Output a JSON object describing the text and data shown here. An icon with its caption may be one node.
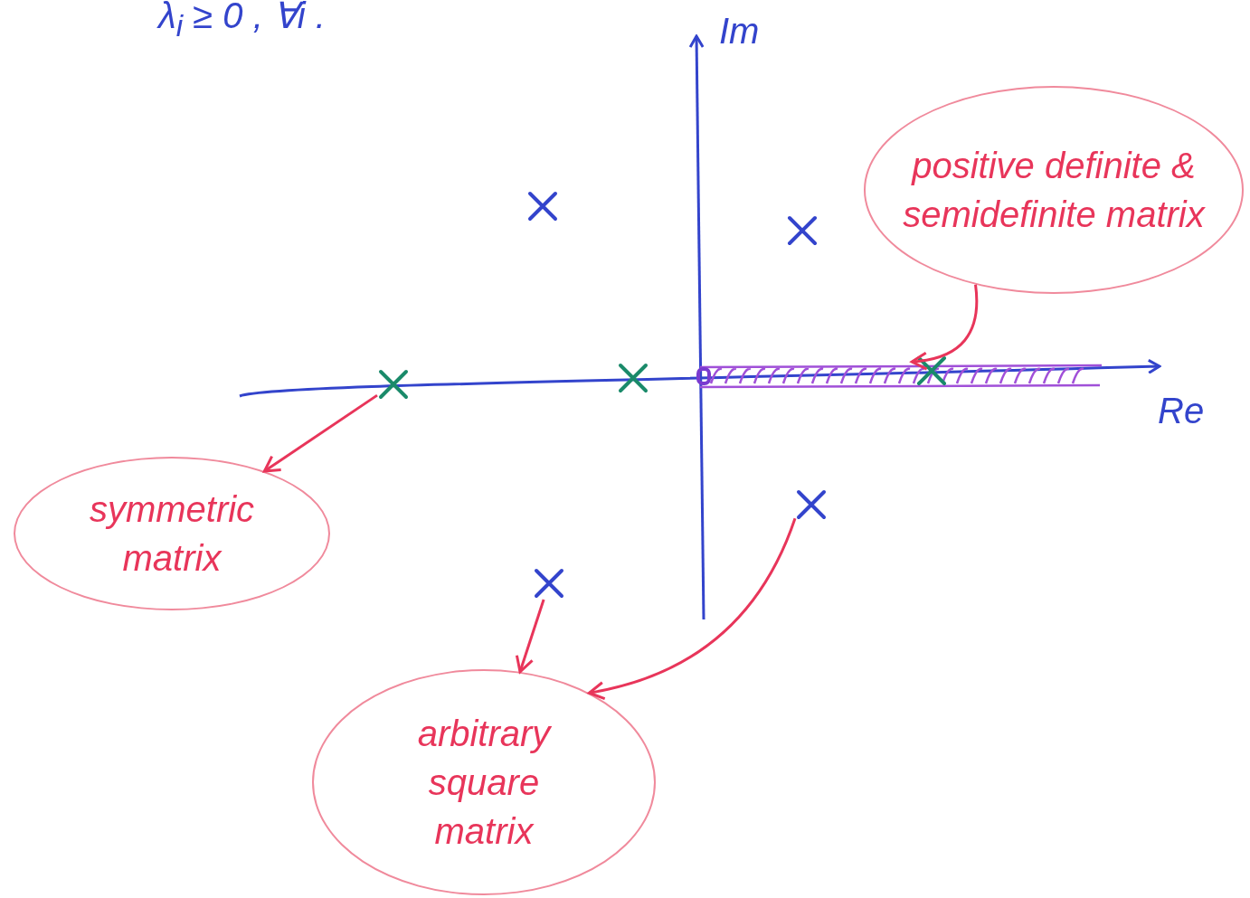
{
  "diagram": {
    "nodes": [
      {
        "text": [
          "positive definite & semidefinite matrix"
        ]
      },
      {
        "text": [
          "symmetric matrix"
        ]
      },
      {
        "text": [
          "arbitrary square matrix"
        ]
      },
      {
        "text": [],
        "shape": "bar"
      },
      {
        "text": [],
        "shape": "cross"
      },
      {
        "text": [],
        "shape": "cross"
      },
      {
        "text": [],
        "shape": "cross"
      },
      {
        "text": [],
        "shape": "cross"
      },
      {
        "text": [],
        "shape": "cross"
      },
      {
        "text": [],
        "shape": "cross"
      },
      {
        "text": [],
        "shape": "cross"
      }
    ],
    "edges": [
      {
        "from": 0,
        "to": 3,
        "arrow": "to"
      },
      {
        "from": 8,
        "to": 1,
        "arrow": "to"
      },
      {
        "from": 10,
        "to": 2,
        "arrow": "to"
      },
      {
        "from": 9,
        "to": 2,
        "arrow": "to"
      }
    ],
    "labels": [
      "λ$_{i}$ ≥ 0 , ∀i .",
      "Im",
      "Re"
    ]
  }
}
